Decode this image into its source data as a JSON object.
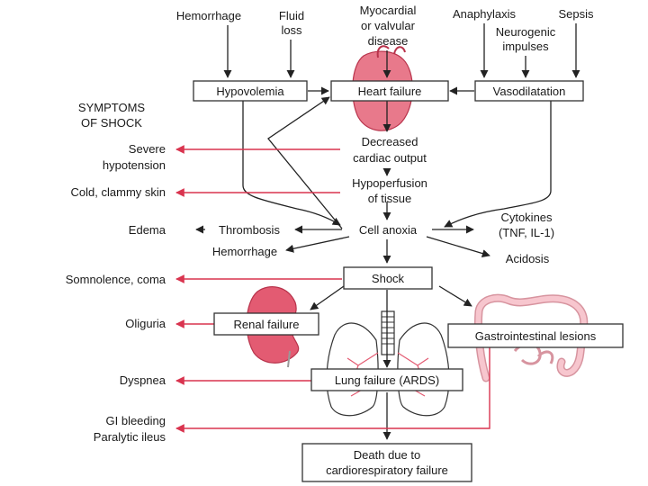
{
  "causes": {
    "hemorrhage": "Hemorrhage",
    "fluid_loss": [
      "Fluid",
      "loss"
    ],
    "myocardial": [
      "Myocardial",
      "or valvular",
      "disease"
    ],
    "anaphylaxis": "Anaphylaxis",
    "sepsis": "Sepsis",
    "neurogenic": [
      "Neurogenic",
      "impulses"
    ]
  },
  "top_boxes": {
    "hypovolemia": "Hypovolemia",
    "heart_failure": "Heart failure",
    "vasodilatation": "Vasodilatation"
  },
  "symptoms_heading": [
    "SYMPTOMS",
    "OF SHOCK"
  ],
  "symptoms": {
    "severe_hypotension": [
      "Severe",
      "hypotension"
    ],
    "cold_skin": "Cold, clammy skin",
    "edema": "Edema",
    "somnolence": "Somnolence, coma",
    "oliguria": "Oliguria",
    "dyspnea": "Dyspnea",
    "gi": [
      "GI bleeding",
      "Paralytic ileus"
    ]
  },
  "flow": {
    "decreased_output": [
      "Decreased",
      "cardiac output"
    ],
    "hypoperfusion": [
      "Hypoperfusion",
      "of tissue"
    ],
    "cell_anoxia": "Cell anoxia",
    "thrombosis": "Thrombosis",
    "hemorrhage2": "Hemorrhage",
    "cytokines": [
      "Cytokines",
      "(TNF, IL-1)"
    ],
    "acidosis": "Acidosis",
    "shock": "Shock"
  },
  "organs": {
    "renal": "Renal failure",
    "lung": "Lung failure (ARDS)",
    "gi_lesions": "Gastrointestinal lesions"
  },
  "outcome": [
    "Death due to",
    "cardiorespiratory failure"
  ],
  "colors": {
    "symptom_arrow": "#d9344f",
    "organ_fill": "#f4a7b4",
    "organ_stroke": "#c0304a",
    "heart_fill": "#e8798b",
    "kidney_fill": "#e35b72",
    "gi_fill": "#f7c6ce"
  },
  "icons": [
    "heart-icon",
    "kidney-icon",
    "lungs-icon",
    "intestine-icon"
  ]
}
